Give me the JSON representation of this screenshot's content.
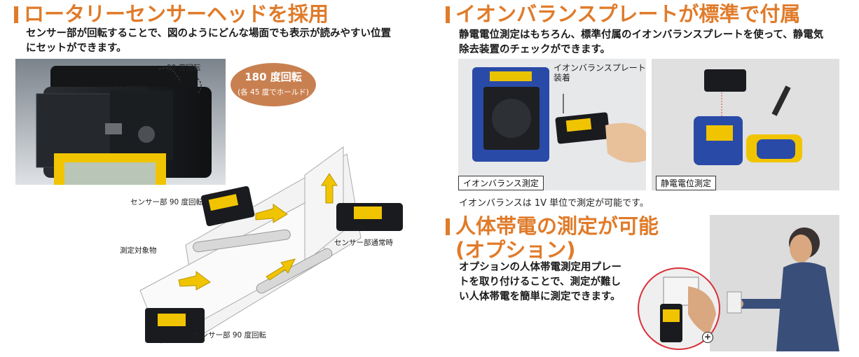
{
  "left": {
    "heading": "ロータリーセンサーヘッドを採用",
    "body_line1": "センサー部が回転することで、図のようにどんな場面でも表示が読みやすい位置",
    "body_line2": "にセットができます。",
    "photo_label_90_top": "90 度回転",
    "photo_label_90_mid": "90 度回転",
    "badge_title": "180 度回転",
    "badge_sub": "(各 45 度でホールド)",
    "label_sensor_90_top": "センサー部 90 度回転",
    "label_sensor_normal": "センサー部通常時",
    "label_object": "測定対象物",
    "label_sensor_90_bottom": "センサー部 90 度回転"
  },
  "right_top": {
    "heading": "イオンバランスプレートが標準で付属",
    "body_line1": "静電電位測定はもちろん、標準付属のイオンバランスプレートを使って、静電気",
    "body_line2": "除去装置のチェックができます。",
    "callout_line1": "イオンバランスプレート",
    "callout_line2": "装着",
    "caption_left": "イオンバランス測定",
    "caption_right": "静電電位測定",
    "note": "イオンバランスは 1V 単位で測定が可能です。"
  },
  "right_bottom": {
    "heading_line1": "人体帯電の測定が可能",
    "heading_line2": "(オプション)",
    "body_line1": "オプションの人体帯電測定用プレー",
    "body_line2": "トを取り付けることで、測定が難し",
    "body_line3": "い人体帯電を簡単に測定できます。"
  },
  "colors": {
    "accent_orange": "#e07b2a",
    "badge_brown": "#c98050",
    "device_yellow": "#f0c400",
    "device_blue": "#2a4aa8",
    "zoom_circle_red": "#d8313a"
  },
  "icons": [
    "zoom-plus-icon",
    "arrow-icon"
  ]
}
